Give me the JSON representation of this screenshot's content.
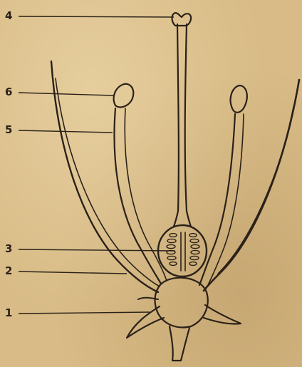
{
  "diagram": {
    "labels": [
      {
        "id": "label-4",
        "text": "4"
      },
      {
        "id": "label-6",
        "text": "6"
      },
      {
        "id": "label-5",
        "text": "5"
      },
      {
        "id": "label-3",
        "text": "3"
      },
      {
        "id": "label-2",
        "text": "2"
      },
      {
        "id": "label-1",
        "text": "1"
      }
    ],
    "colors": {
      "paper": "#d8bb86",
      "ink": "#2a2118"
    }
  }
}
